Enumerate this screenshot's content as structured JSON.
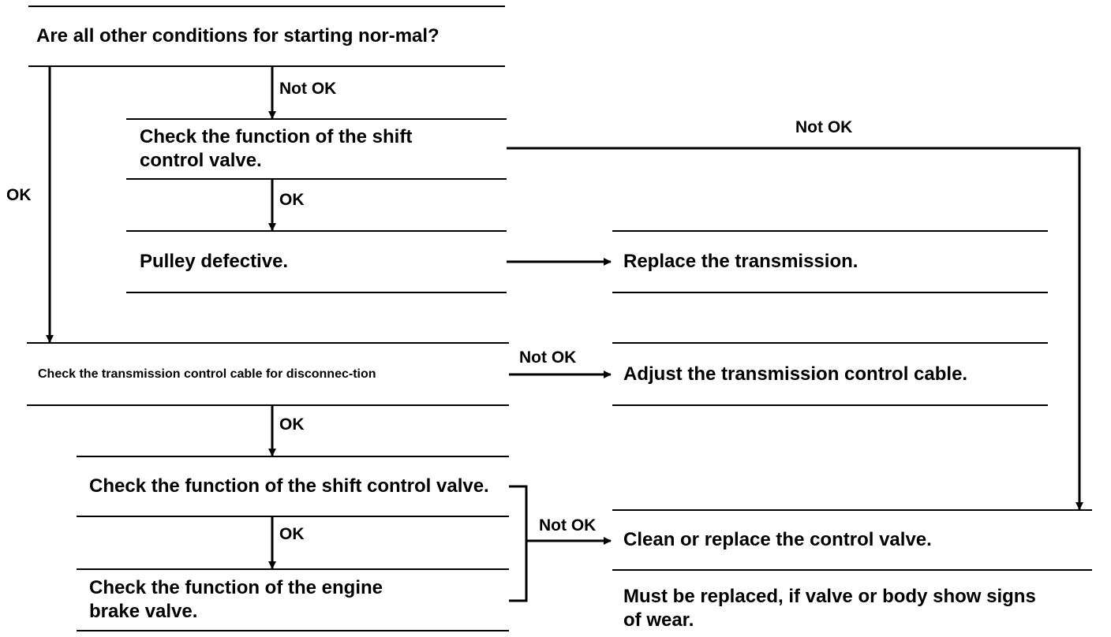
{
  "nodes": {
    "start": "Are all other conditions for starting nor-mal?",
    "check_shift_valve_1": "Check the function of the shift control valve.",
    "pulley_defective": "Pulley defective.",
    "replace_transmission": "Replace the transmission.",
    "check_cable": "Check the transmission control cable for disconnec-tion",
    "adjust_cable": "Adjust the transmission control cable.",
    "check_shift_valve_2": "Check the function of the shift control valve.",
    "check_engine_brake_valve": "Check the function of the engine brake valve.",
    "clean_replace_valve": "Clean or replace the control valve."
  },
  "note": "Must be replaced, if valve or body show signs of wear.",
  "labels": {
    "ok": "OK",
    "not_ok": "Not OK"
  }
}
